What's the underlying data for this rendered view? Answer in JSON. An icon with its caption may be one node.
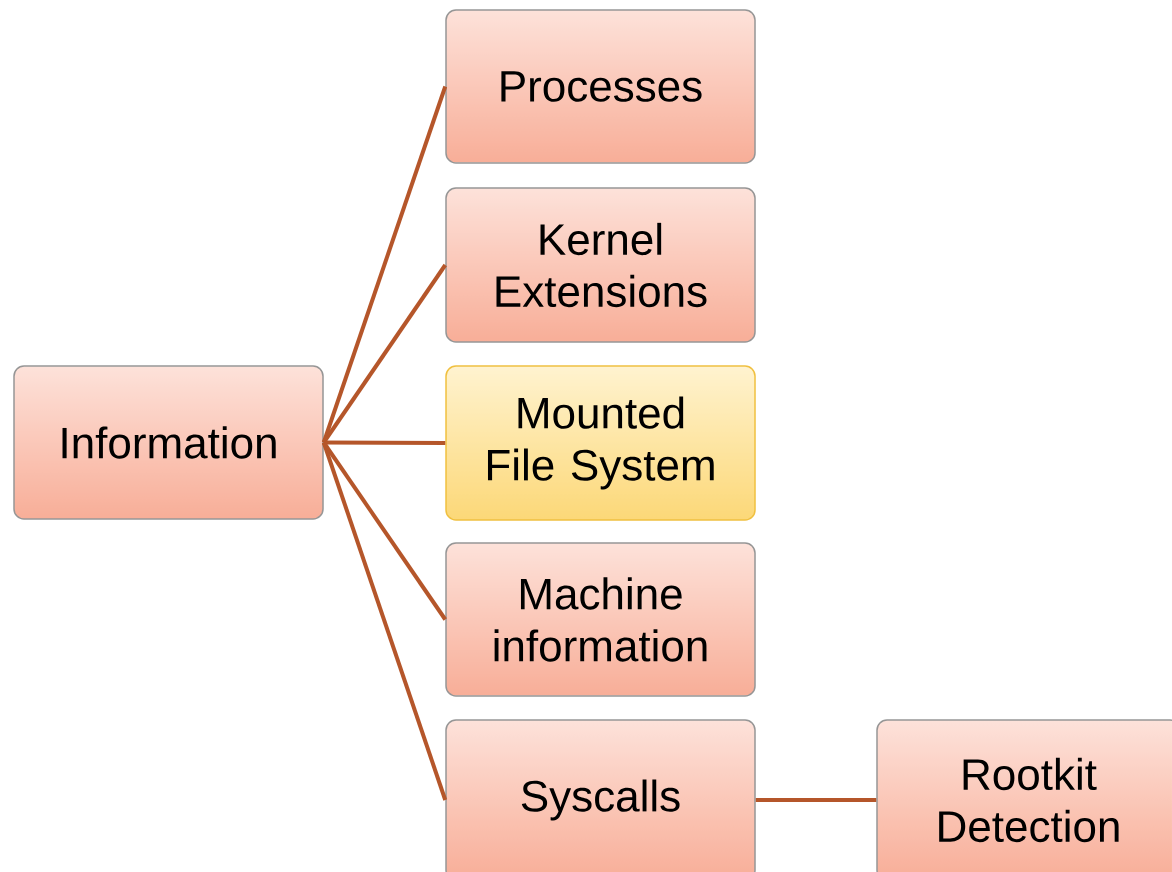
{
  "diagram": {
    "nodes": [
      {
        "text": [
          "Information"
        ]
      },
      {
        "text": [
          "Processes"
        ]
      },
      {
        "text": [
          "Kernel Extensions"
        ]
      },
      {
        "text": [
          "Mounted File System"
        ]
      },
      {
        "text": [
          "Machine information"
        ]
      },
      {
        "text": [
          "Syscalls"
        ]
      },
      {
        "text": [
          "Rootkit Detection"
        ]
      }
    ],
    "edges": [
      {
        "from": 0,
        "to": 1,
        "arrow": "none"
      },
      {
        "from": 0,
        "to": 2,
        "arrow": "none"
      },
      {
        "from": 0,
        "to": 3,
        "arrow": "none"
      },
      {
        "from": 0,
        "to": 4,
        "arrow": "none"
      },
      {
        "from": 0,
        "to": 5,
        "arrow": "none"
      },
      {
        "from": 5,
        "to": 6,
        "arrow": "none"
      }
    ]
  }
}
